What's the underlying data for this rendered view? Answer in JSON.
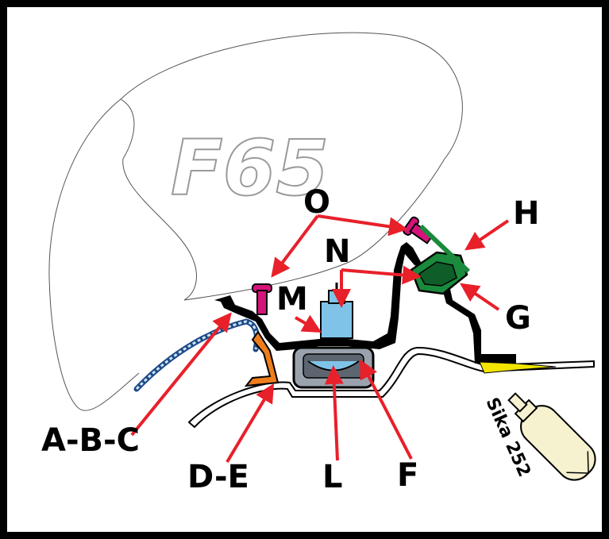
{
  "logo": "F65",
  "labels": {
    "o": "O",
    "h": "H",
    "n": "N",
    "m": "M",
    "g": "G",
    "abc": "A-B-C",
    "de": "D-E",
    "l": "L",
    "f": "F"
  },
  "sealant": "Sika 252",
  "colors": {
    "frame": "#000000",
    "arrow": "#e8202a",
    "screw": "#d4147a",
    "bracket": "#1a8a3c",
    "profile": "#ee7d1d",
    "clip": "#9aa3ad",
    "fastener": "#7fc4e8",
    "sealant_tip": "#f2e500",
    "tube": "#f6f2cf"
  }
}
